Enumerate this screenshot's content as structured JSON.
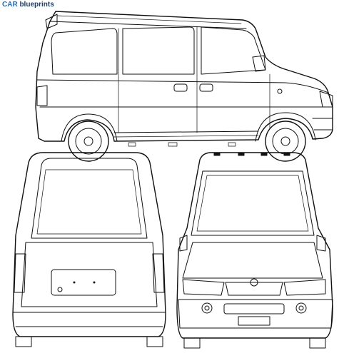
{
  "watermark": {
    "brand": "CAR",
    "suffix": "blueprints"
  },
  "views": [
    "side-view",
    "rear-view",
    "front-view"
  ]
}
